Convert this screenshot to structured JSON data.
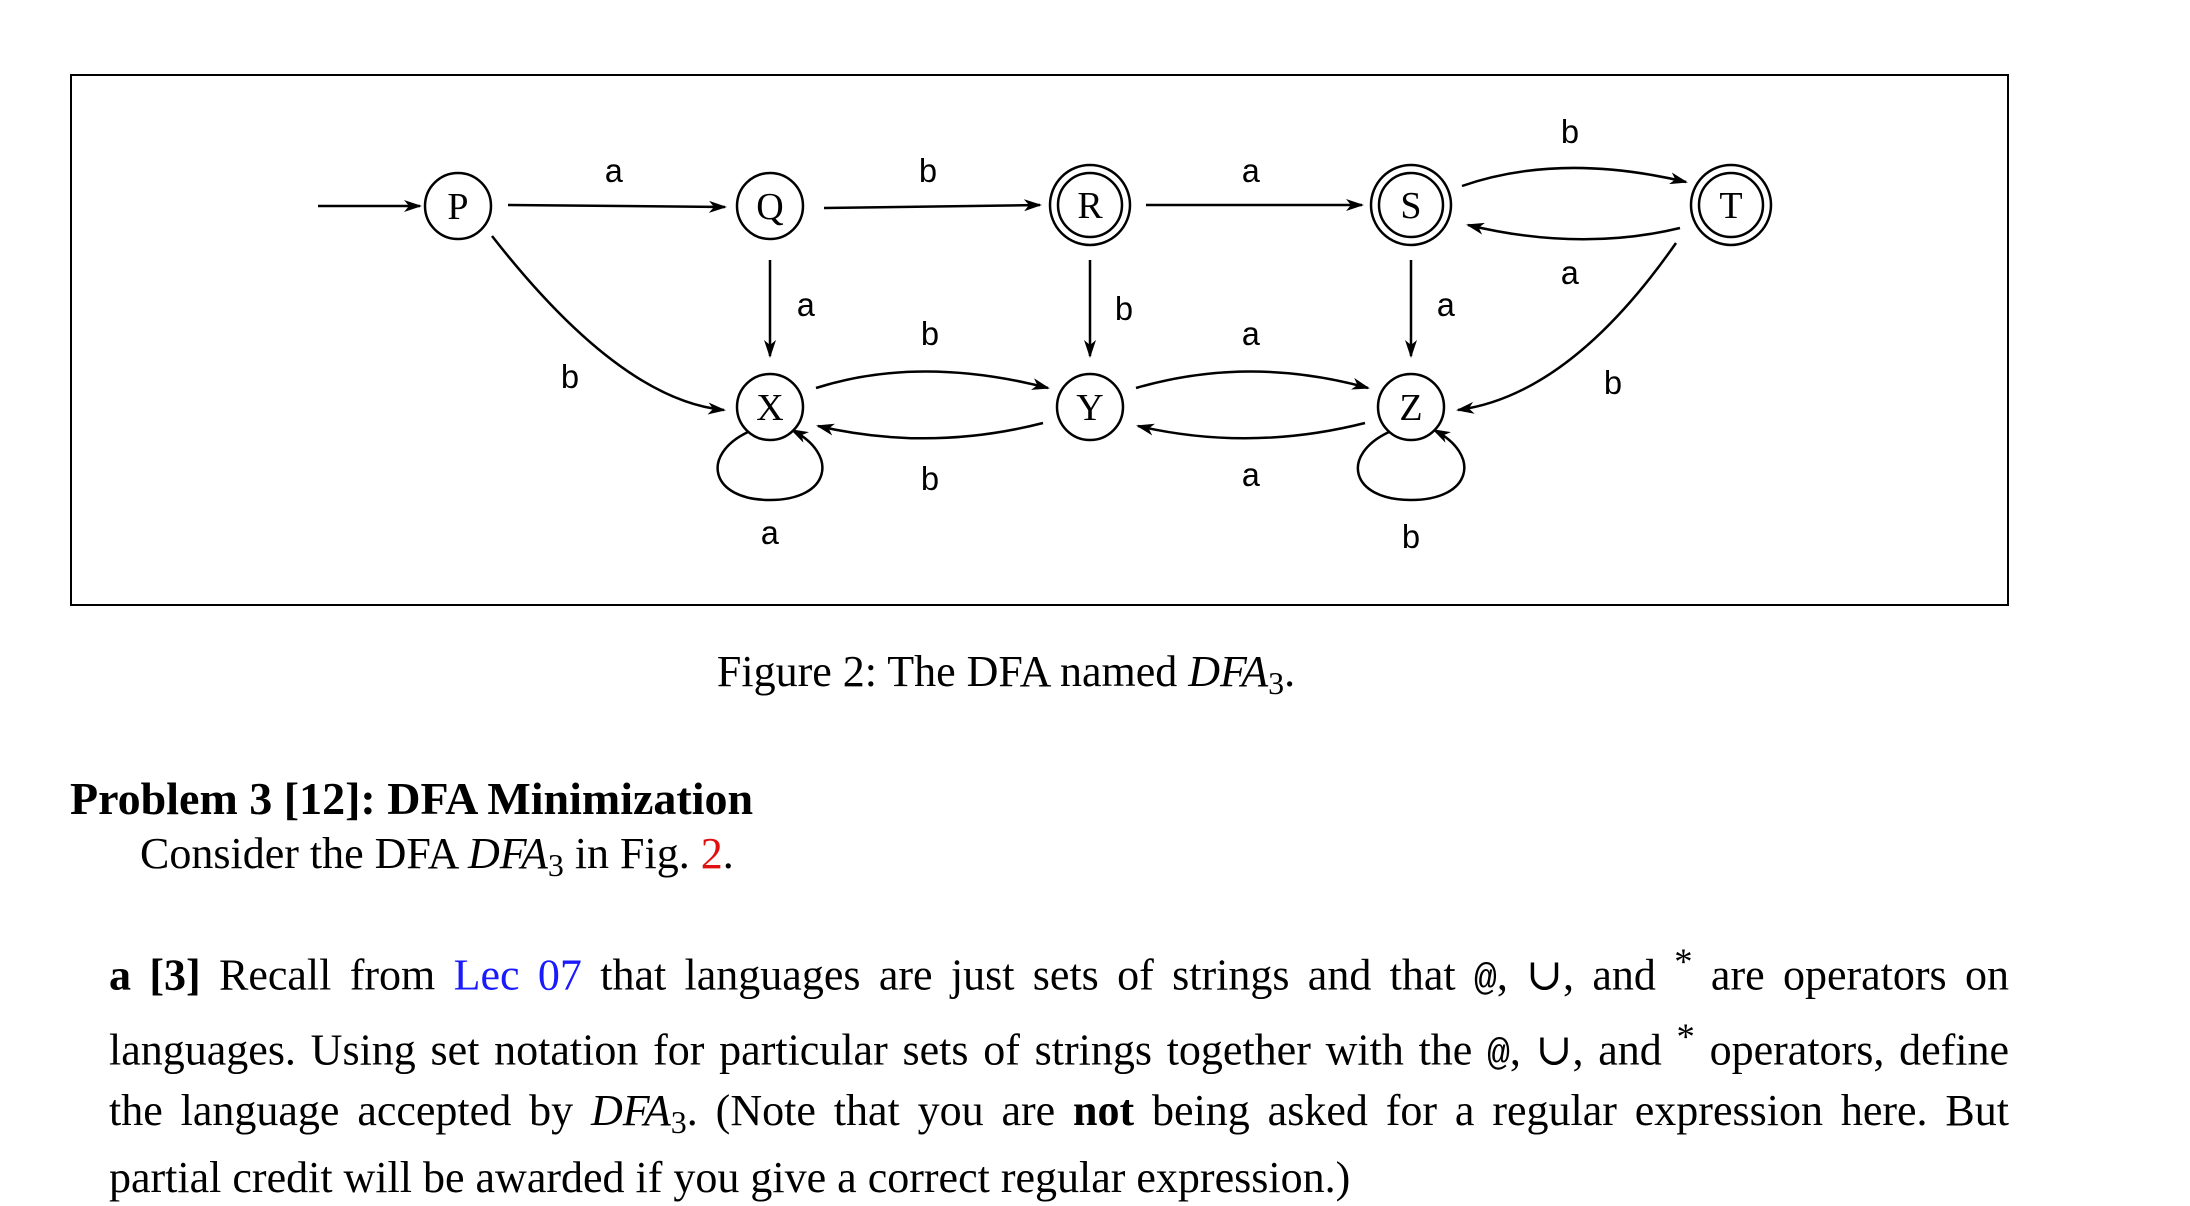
{
  "figure": {
    "states": [
      {
        "id": "P",
        "accepting": false,
        "initial": true
      },
      {
        "id": "Q",
        "accepting": false
      },
      {
        "id": "R",
        "accepting": true
      },
      {
        "id": "S",
        "accepting": true
      },
      {
        "id": "T",
        "accepting": true
      },
      {
        "id": "X",
        "accepting": false
      },
      {
        "id": "Y",
        "accepting": false
      },
      {
        "id": "Z",
        "accepting": false
      }
    ],
    "transitions": [
      {
        "from": "P",
        "to": "Q",
        "label": "a"
      },
      {
        "from": "P",
        "to": "X",
        "label": "b"
      },
      {
        "from": "Q",
        "to": "R",
        "label": "b"
      },
      {
        "from": "Q",
        "to": "X",
        "label": "a"
      },
      {
        "from": "R",
        "to": "S",
        "label": "a"
      },
      {
        "from": "R",
        "to": "Y",
        "label": "b"
      },
      {
        "from": "S",
        "to": "T",
        "label": "b"
      },
      {
        "from": "T",
        "to": "S",
        "label": "a"
      },
      {
        "from": "S",
        "to": "Z",
        "label": "a"
      },
      {
        "from": "T",
        "to": "Z",
        "label": "b"
      },
      {
        "from": "X",
        "to": "Y",
        "label": "b"
      },
      {
        "from": "Y",
        "to": "X",
        "label": "b"
      },
      {
        "from": "Y",
        "to": "Z",
        "label": "a"
      },
      {
        "from": "Z",
        "to": "Y",
        "label": "a"
      },
      {
        "from": "X",
        "to": "X",
        "label": "a"
      },
      {
        "from": "Z",
        "to": "Z",
        "label": "b"
      }
    ],
    "caption": {
      "prefix": "Figure 2:",
      "text": "The DFA named",
      "dfa_name": "DFA",
      "dfa_sub": "3",
      "end": "."
    }
  },
  "problem": {
    "heading": "Problem 3 [12]: DFA Minimization",
    "intro_start": "Consider the DFA",
    "intro_dfa": "DFA",
    "intro_sub": "3",
    "intro_mid": "in Fig.",
    "intro_ref": "2",
    "intro_end": ".",
    "part_a": {
      "label": "a [3]",
      "t1": "Recall from",
      "link": "Lec 07",
      "t2": "that languages are just sets of strings and that",
      "at": "@",
      "t3": ", ∪, and",
      "star": "*",
      "t4": "are operators on languages. Using set notation for particular sets of strings together with the",
      "at2": "@",
      "t5": ", ∪, and",
      "star2": "*",
      "t6": "operators, define the language accepted by",
      "dfa": "DFA",
      "dfa_sub": "3",
      "t7": ". (Note that you are",
      "bold": "not",
      "t8": "being asked for a regular expression here. But partial credit will be awarded if you give a correct regular expression.)"
    }
  }
}
